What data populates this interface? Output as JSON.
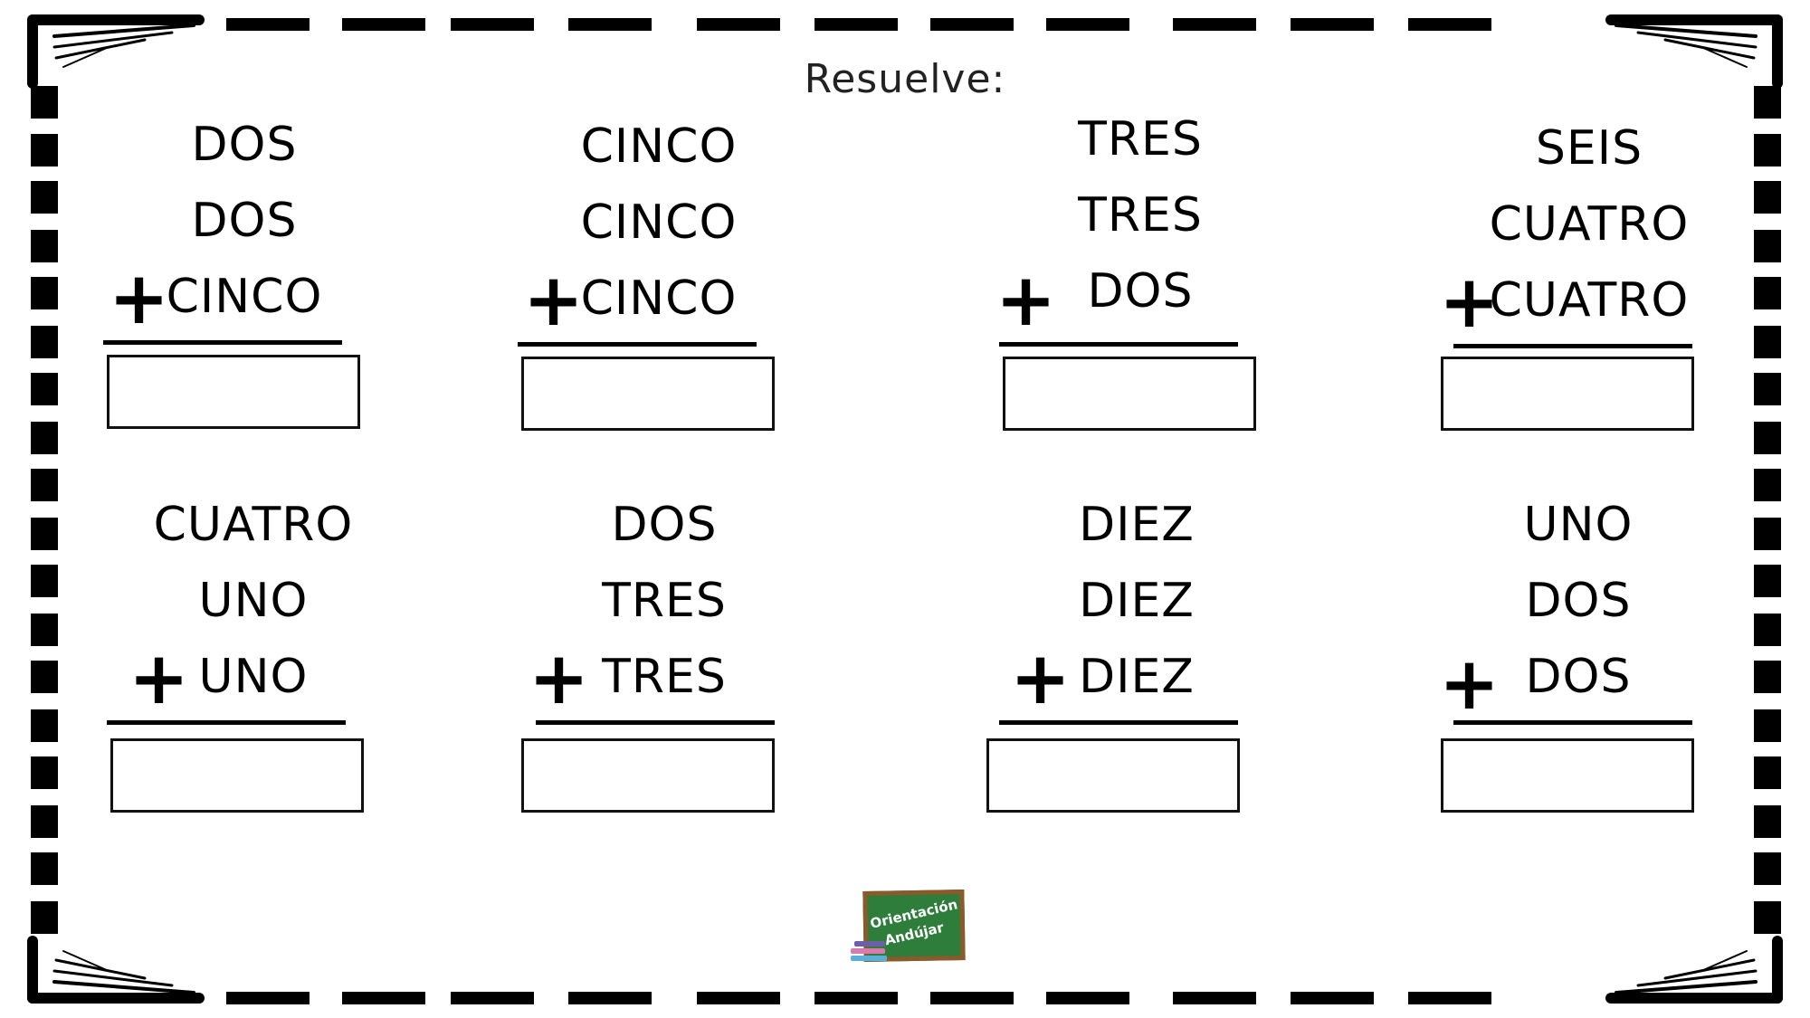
{
  "title": "Resuelve:",
  "problems": [
    {
      "words": [
        "DOS",
        "DOS",
        "CINCO"
      ],
      "operator": "+"
    },
    {
      "words": [
        "CINCO",
        "CINCO",
        "CINCO"
      ],
      "operator": "+"
    },
    {
      "words": [
        "TRES",
        "TRES",
        "DOS"
      ],
      "operator": "+"
    },
    {
      "words": [
        "SEIS",
        "CUATRO",
        "CUATRO"
      ],
      "operator": "+"
    },
    {
      "words": [
        "CUATRO",
        "UNO",
        "UNO"
      ],
      "operator": "+"
    },
    {
      "words": [
        "DOS",
        "TRES",
        "TRES"
      ],
      "operator": "+"
    },
    {
      "words": [
        "DIEZ",
        "DIEZ",
        "DIEZ"
      ],
      "operator": "+"
    },
    {
      "words": [
        "UNO",
        "DOS",
        "DOS"
      ],
      "operator": "+"
    }
  ],
  "logo": {
    "line1": "Orientación",
    "line2": "Andújar",
    "board_color": "#2f7d3a",
    "frame_color": "#8a5a2b"
  }
}
